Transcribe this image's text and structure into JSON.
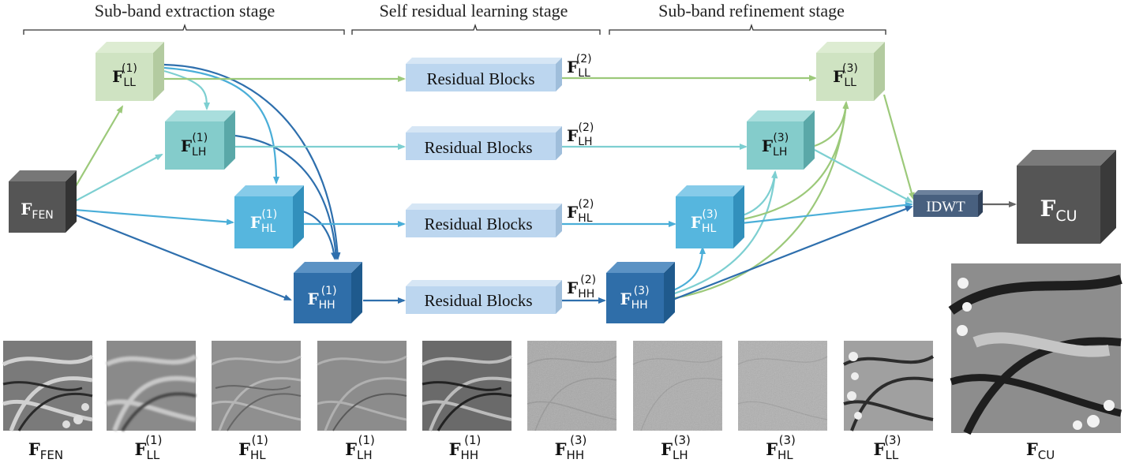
{
  "stages": {
    "extraction": "Sub-band extraction stage",
    "residual": "Self residual learning stage",
    "refinement": "Sub-band refinement stage"
  },
  "features": {
    "fen": {
      "main": "F",
      "sub": "FEN"
    },
    "ll1": {
      "main": "F",
      "sub": "LL",
      "sup": "(1)"
    },
    "lh1": {
      "main": "F",
      "sub": "LH",
      "sup": "(1)"
    },
    "hl1": {
      "main": "F",
      "sub": "HL",
      "sup": "(1)"
    },
    "hh1": {
      "main": "F",
      "sub": "HH",
      "sup": "(1)"
    },
    "ll2": {
      "main": "F",
      "sub": "LL",
      "sup": "(2)"
    },
    "lh2": {
      "main": "F",
      "sub": "LH",
      "sup": "(2)"
    },
    "hl2": {
      "main": "F",
      "sub": "HL",
      "sup": "(2)"
    },
    "hh2": {
      "main": "F",
      "sub": "HH",
      "sup": "(2)"
    },
    "ll3": {
      "main": "F",
      "sub": "LL",
      "sup": "(3)"
    },
    "lh3": {
      "main": "F",
      "sub": "LH",
      "sup": "(3)"
    },
    "hl3": {
      "main": "F",
      "sub": "HL",
      "sup": "(3)"
    },
    "hh3": {
      "main": "F",
      "sub": "HH",
      "sup": "(3)"
    },
    "cu": {
      "main": "F",
      "sub": "CU"
    }
  },
  "residual_blocks_label": "Residual Blocks",
  "idwt_label": "IDWT",
  "thumbnails": [
    {
      "main": "F",
      "sub": "FEN",
      "sup": ""
    },
    {
      "main": "F",
      "sub": "LL",
      "sup": "(1)"
    },
    {
      "main": "F",
      "sub": "HL",
      "sup": "(1)"
    },
    {
      "main": "F",
      "sub": "LH",
      "sup": "(1)"
    },
    {
      "main": "F",
      "sub": "HH",
      "sup": "(1)"
    },
    {
      "main": "F",
      "sub": "HH",
      "sup": "(3)"
    },
    {
      "main": "F",
      "sub": "LH",
      "sup": "(3)"
    },
    {
      "main": "F",
      "sub": "HL",
      "sup": "(3)"
    },
    {
      "main": "F",
      "sub": "LL",
      "sup": "(3)"
    }
  ],
  "output_caption": {
    "main": "F",
    "sub": "CU"
  },
  "colors": {
    "ll": "#9cc97a",
    "lh": "#7dcfd1",
    "hl": "#4aaed8",
    "hh": "#2e6fad",
    "dark": "#555555",
    "residual": "#bcd6ef",
    "idwt": "#48607f"
  }
}
